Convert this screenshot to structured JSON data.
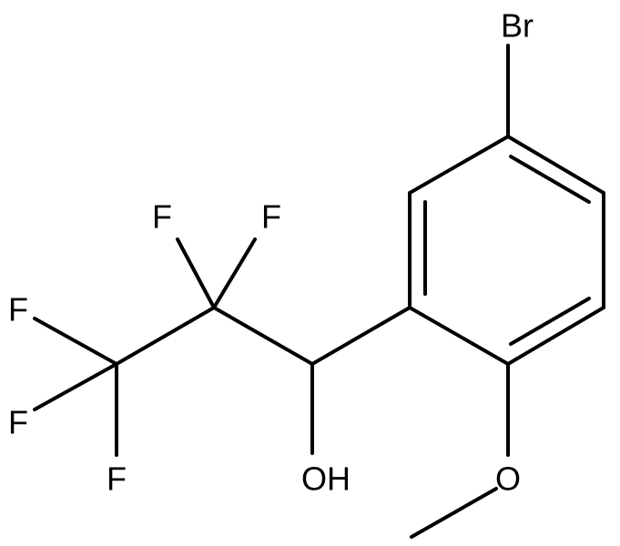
{
  "molecule": {
    "atoms": {
      "br": "Br",
      "f1": "F",
      "f2": "F",
      "f3": "F",
      "f4": "F",
      "f5": "F",
      "oh": "OH",
      "o_methoxy": "O"
    }
  }
}
